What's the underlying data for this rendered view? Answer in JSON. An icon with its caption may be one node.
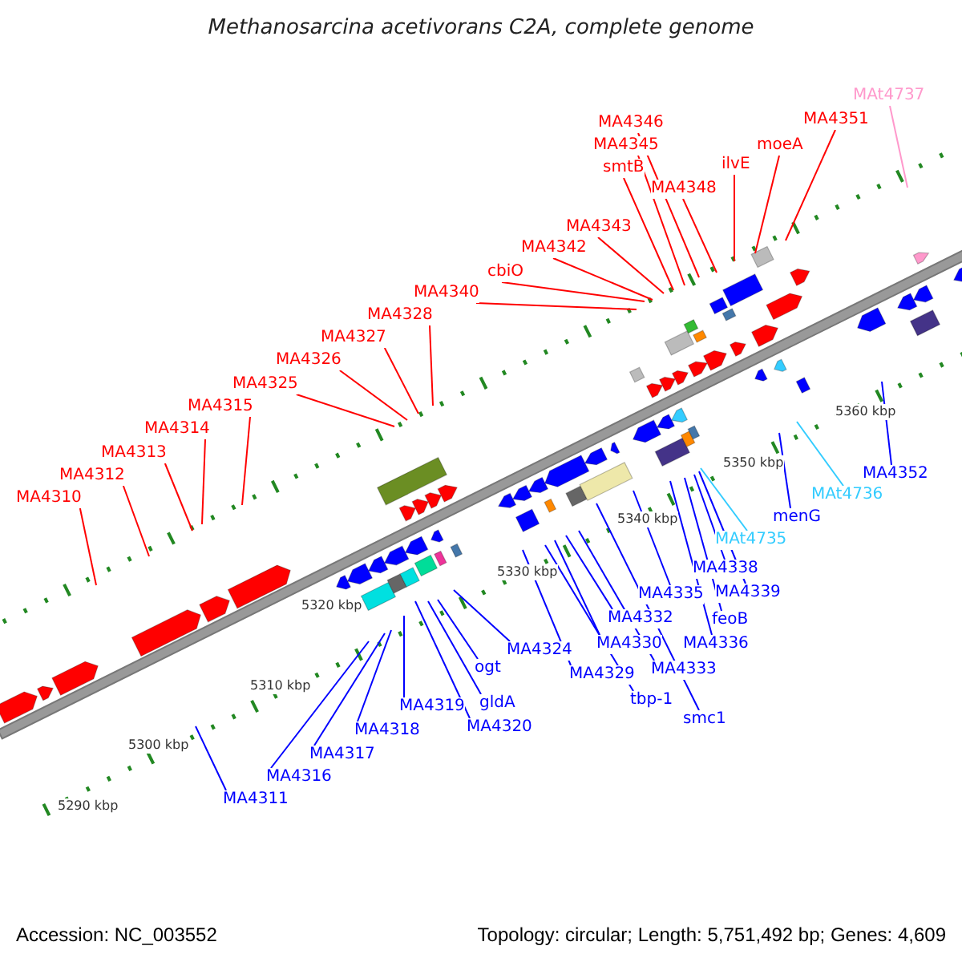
{
  "diagram": {
    "title": "Methanosarcina acetivorans C2A, complete genome",
    "nodes": [
      {
        "text": [
          "MA4310"
        ]
      },
      {
        "text": [
          "MA4312"
        ]
      },
      {
        "text": [
          "MA4313"
        ]
      },
      {
        "text": [
          "MA4314"
        ]
      },
      {
        "text": [
          "MA4315"
        ]
      },
      {
        "text": [
          "MA4325"
        ]
      },
      {
        "text": [
          "MA4326"
        ]
      },
      {
        "text": [
          "MA4327"
        ]
      },
      {
        "text": [
          "MA4328"
        ]
      },
      {
        "text": [
          "MA4340"
        ]
      },
      {
        "text": [
          "cbiO"
        ]
      },
      {
        "text": [
          "MA4342"
        ]
      },
      {
        "text": [
          "MA4343"
        ]
      },
      {
        "text": [
          "MA4346"
        ]
      },
      {
        "text": [
          "MA4345"
        ]
      },
      {
        "text": [
          "smtB"
        ]
      },
      {
        "text": [
          "MA4348"
        ]
      },
      {
        "text": [
          "ilvE"
        ]
      },
      {
        "text": [
          "moeA"
        ]
      },
      {
        "text": [
          "MA4351"
        ]
      },
      {
        "text": [
          "MAt4737"
        ]
      },
      {
        "text": [
          "MA4352"
        ]
      },
      {
        "text": [
          "MAt4736"
        ]
      },
      {
        "text": [
          "menG"
        ]
      },
      {
        "text": [
          "MAt4735"
        ]
      },
      {
        "text": [
          "MA4338"
        ]
      },
      {
        "text": [
          "MA4339"
        ]
      },
      {
        "text": [
          "MA4335"
        ]
      },
      {
        "text": [
          "feoB"
        ]
      },
      {
        "text": [
          "MA4336"
        ]
      },
      {
        "text": [
          "MA4332"
        ]
      },
      {
        "text": [
          "MA4324"
        ]
      },
      {
        "text": [
          "MA4330"
        ]
      },
      {
        "text": [
          "MA4333"
        ]
      },
      {
        "text": [
          "ogt"
        ]
      },
      {
        "text": [
          "MA4329"
        ]
      },
      {
        "text": [
          "MA4319"
        ]
      },
      {
        "text": [
          "gldA"
        ]
      },
      {
        "text": [
          "MA4320"
        ]
      },
      {
        "text": [
          "MA4318"
        ]
      },
      {
        "text": [
          "tbp-1"
        ]
      },
      {
        "text": [
          "smc1"
        ]
      },
      {
        "text": [
          "MA4317"
        ]
      },
      {
        "text": [
          "MA4316"
        ]
      },
      {
        "text": [
          "MA4311"
        ]
      }
    ],
    "edges": [
      {
        "from": 0,
        "to": null,
        "arrow": "none",
        "color": "#ff0000"
      },
      {
        "from": 1,
        "to": null,
        "arrow": "none",
        "color": "#ff0000"
      },
      {
        "from": 2,
        "to": null,
        "arrow": "none",
        "color": "#ff0000"
      },
      {
        "from": 3,
        "to": null,
        "arrow": "none",
        "color": "#ff0000"
      },
      {
        "from": 4,
        "to": null,
        "arrow": "none",
        "color": "#ff0000"
      },
      {
        "from": 5,
        "to": null,
        "arrow": "none",
        "color": "#ff0000"
      },
      {
        "from": 6,
        "to": null,
        "arrow": "none",
        "color": "#ff0000"
      },
      {
        "from": 7,
        "to": null,
        "arrow": "none",
        "color": "#ff0000"
      },
      {
        "from": 8,
        "to": null,
        "arrow": "none",
        "color": "#ff0000"
      },
      {
        "from": 9,
        "to": null,
        "arrow": "none",
        "color": "#ff0000"
      },
      {
        "from": 10,
        "to": null,
        "arrow": "none",
        "color": "#ff0000"
      },
      {
        "from": 11,
        "to": null,
        "arrow": "none",
        "color": "#ff0000"
      },
      {
        "from": 12,
        "to": null,
        "arrow": "none",
        "color": "#ff0000"
      },
      {
        "from": 13,
        "to": null,
        "arrow": "none",
        "color": "#ff0000"
      },
      {
        "from": 14,
        "to": null,
        "arrow": "none",
        "color": "#ff0000"
      },
      {
        "from": 15,
        "to": null,
        "arrow": "none",
        "color": "#ff0000"
      },
      {
        "from": 16,
        "to": null,
        "arrow": "none",
        "color": "#ff0000"
      },
      {
        "from": 17,
        "to": null,
        "arrow": "none",
        "color": "#ff0000"
      },
      {
        "from": 18,
        "to": null,
        "arrow": "none",
        "color": "#ff0000"
      },
      {
        "from": 19,
        "to": null,
        "arrow": "none",
        "color": "#ff0000"
      },
      {
        "from": 20,
        "to": null,
        "arrow": "none",
        "color": "#ff99cc"
      },
      {
        "from": 21,
        "to": null,
        "arrow": "none",
        "color": "#0000ff"
      },
      {
        "from": 22,
        "to": null,
        "arrow": "none",
        "color": "#33ccff"
      },
      {
        "from": 23,
        "to": null,
        "arrow": "none",
        "color": "#0000ff"
      },
      {
        "from": 24,
        "to": null,
        "arrow": "none",
        "color": "#33ccff"
      },
      {
        "from": 25,
        "to": null,
        "arrow": "none",
        "color": "#0000ff"
      },
      {
        "from": 26,
        "to": null,
        "arrow": "none",
        "color": "#0000ff"
      },
      {
        "from": 27,
        "to": null,
        "arrow": "none",
        "color": "#0000ff"
      },
      {
        "from": 28,
        "to": null,
        "arrow": "none",
        "color": "#0000ff"
      },
      {
        "from": 29,
        "to": null,
        "arrow": "none",
        "color": "#0000ff"
      },
      {
        "from": 30,
        "to": null,
        "arrow": "none",
        "color": "#0000ff"
      },
      {
        "from": 31,
        "to": null,
        "arrow": "none",
        "color": "#0000ff"
      },
      {
        "from": 32,
        "to": null,
        "arrow": "none",
        "color": "#0000ff"
      },
      {
        "from": 33,
        "to": null,
        "arrow": "none",
        "color": "#0000ff"
      },
      {
        "from": 34,
        "to": null,
        "arrow": "none",
        "color": "#0000ff"
      },
      {
        "from": 35,
        "to": null,
        "arrow": "none",
        "color": "#0000ff"
      },
      {
        "from": 36,
        "to": null,
        "arrow": "none",
        "color": "#0000ff"
      },
      {
        "from": 37,
        "to": null,
        "arrow": "none",
        "color": "#0000ff"
      },
      {
        "from": 38,
        "to": null,
        "arrow": "none",
        "color": "#0000ff"
      },
      {
        "from": 39,
        "to": null,
        "arrow": "none",
        "color": "#0000ff"
      },
      {
        "from": 40,
        "to": null,
        "arrow": "none",
        "color": "#0000ff"
      },
      {
        "from": 41,
        "to": null,
        "arrow": "none",
        "color": "#0000ff"
      },
      {
        "from": 42,
        "to": null,
        "arrow": "none",
        "color": "#0000ff"
      },
      {
        "from": 43,
        "to": null,
        "arrow": "none",
        "color": "#0000ff"
      },
      {
        "from": 44,
        "to": null,
        "arrow": "none",
        "color": "#0000ff"
      }
    ],
    "labels": [
      "5360 kbp",
      "5350 kbp",
      "5340 kbp",
      "5330 kbp",
      "5320 kbp",
      "5310 kbp",
      "5300 kbp",
      "5290 kbp",
      "Accession: NC_003552",
      "Topology: circular; Length: 5,751,492 bp; Genes: 4,609"
    ]
  }
}
